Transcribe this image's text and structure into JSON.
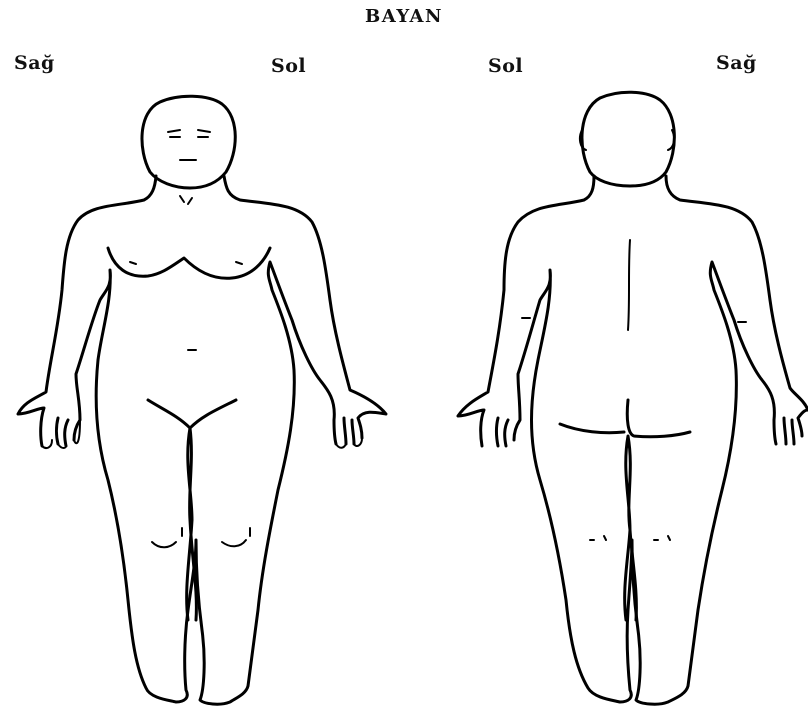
{
  "title": "BAYAN",
  "front_view": {
    "right_label": "Sağ",
    "left_label": "Sol"
  },
  "back_view": {
    "left_label": "Sol",
    "right_label": "Sağ"
  }
}
